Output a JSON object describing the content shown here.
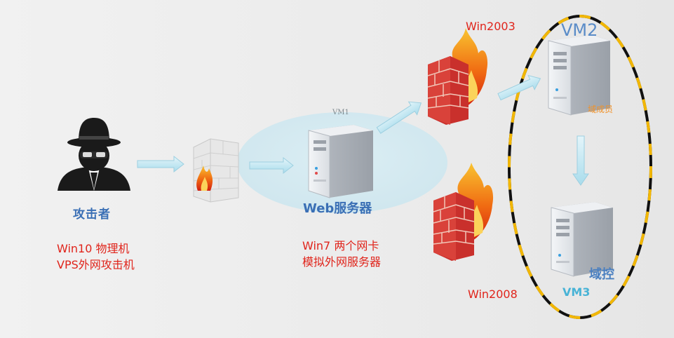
{
  "attacker": {
    "title": "攻击者",
    "line1": "Win10  物理机",
    "line2": "VPS外网攻击机"
  },
  "web_server": {
    "vm_label": "VM1",
    "title": "Web服务器",
    "line1": "Win7 两个网卡",
    "line2": "模拟外网服务器"
  },
  "firewall_top": {
    "label": "Win2003"
  },
  "firewall_bottom": {
    "label": "Win2008"
  },
  "domain_member": {
    "vm_label": "VM2",
    "role": "域成员"
  },
  "domain_controller": {
    "vm_label": "VM3",
    "role": "域控"
  },
  "colors": {
    "red": "#e0241b",
    "blue": "#3a6fb5",
    "orange": "#f0922a",
    "arrow": "#bfe6f2",
    "ellipse_dash_dark": "#111111",
    "ellipse_dash_yellow": "#f2b705"
  }
}
